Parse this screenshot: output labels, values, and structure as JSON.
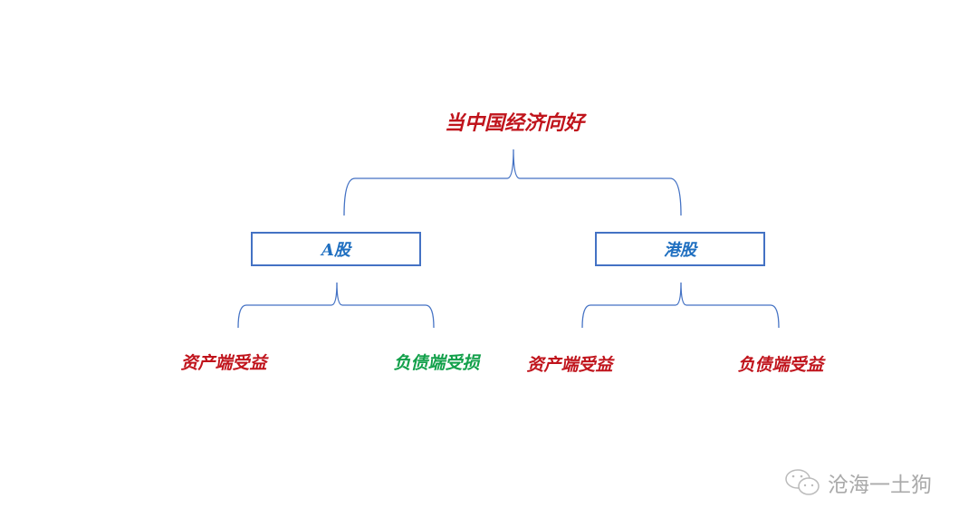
{
  "root": {
    "label": "当中国经济向好"
  },
  "branches": [
    {
      "label": "A股",
      "children": [
        {
          "label": "资产端受益",
          "color": "#c0141c"
        },
        {
          "label": "负债端受损",
          "color": "#12a04a"
        }
      ]
    },
    {
      "label": "港股",
      "children": [
        {
          "label": "资产端受益",
          "color": "#c0141c"
        },
        {
          "label": "负债端受益",
          "color": "#c0141c"
        }
      ]
    }
  ],
  "watermark": {
    "label": "沧海一土狗",
    "icon": "wechat-icon"
  },
  "colors": {
    "line": "#4472c4",
    "box_text": "#1f6fc0"
  }
}
